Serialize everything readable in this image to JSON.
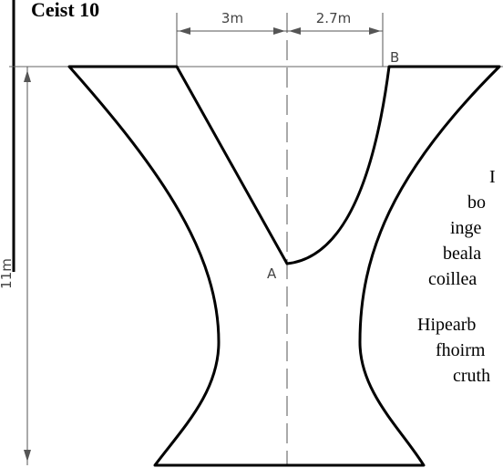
{
  "title": "Ceist 10",
  "diagram": {
    "dim_left": "3m",
    "dim_right": "2.7m",
    "dim_height": "11m",
    "point_a": "A",
    "point_b": "B"
  },
  "text_lines": [
    "I",
    "bo",
    "inge",
    "beala",
    "coillea",
    "Hipearb",
    "fhoirm",
    "cruth"
  ]
}
